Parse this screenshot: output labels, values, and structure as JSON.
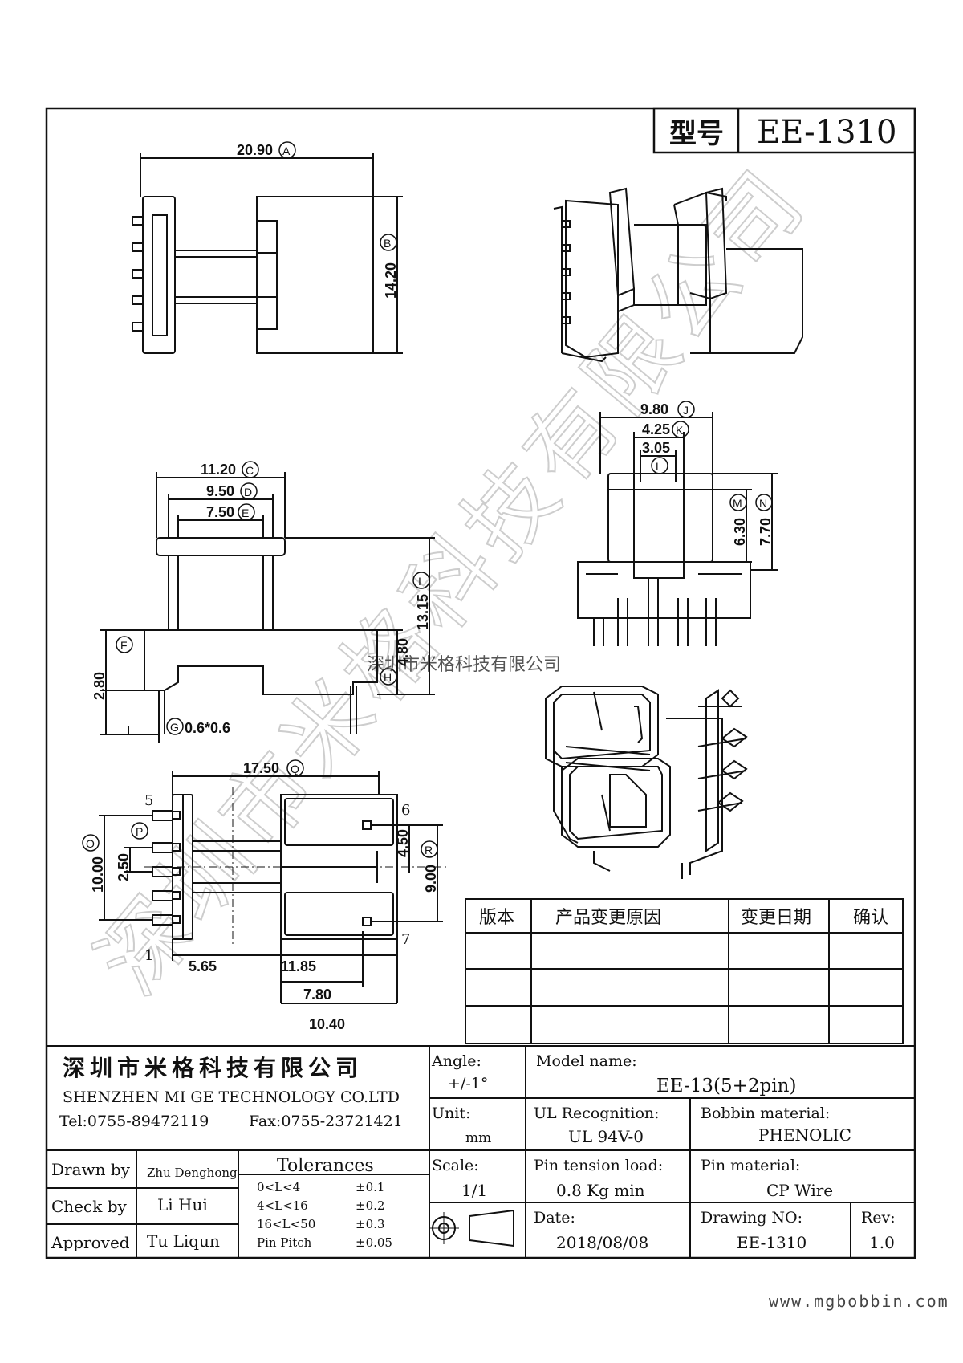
{
  "title_block": {
    "model_label": "型号",
    "model_value": "EE-1310"
  },
  "dimensions": {
    "a": "20.90",
    "a_tag": "A",
    "b": "14.20",
    "b_tag": "B",
    "c": "11.20",
    "c_tag": "C",
    "d": "9.50",
    "d_tag": "D",
    "e": "7.50",
    "e_tag": "E",
    "f_tag": "F",
    "f_val": "2.80",
    "g": "0.6*0.6",
    "g_tag": "G",
    "h": "4.80",
    "h_tag": "H",
    "i": "13.15",
    "i_tag": "I",
    "j": "9.80",
    "j_tag": "J",
    "k": "4.25",
    "k_tag": "K",
    "l": "3.05",
    "l_tag": "L",
    "m": "6.30",
    "m_tag": "M",
    "n": "7.70",
    "n_tag": "N",
    "o": "10.00",
    "o_tag": "O",
    "p": "2.50",
    "p_tag": "P",
    "q": "17.50",
    "q_tag": "Q",
    "r": "9.00",
    "r_tag": "R",
    "s": "4.50",
    "t": "5.65",
    "u": "11.85",
    "v": "7.80",
    "w": "10.40"
  },
  "pins": {
    "p1": "1",
    "p5": "5",
    "p6": "6",
    "p7": "7"
  },
  "watermark": {
    "diagonal": "深圳市米格科技有限公司",
    "center": "深圳市米格科技有限公司"
  },
  "revision_table": {
    "headers": [
      "版本",
      "产品变更原因",
      "变更日期",
      "确认"
    ]
  },
  "company": {
    "name_cn": "深圳市米格科技有限公司",
    "name_en": "SHENZHEN  MI GE TECHNOLOGY  CO.LTD",
    "tel": "Tel:0755-89472119",
    "fax": "Fax:0755-23721421"
  },
  "signoff": {
    "drawn_label": "Drawn by",
    "drawn_value": "Zhu Denghong",
    "check_label": "Check by",
    "check_value": "Li Hui",
    "approved_label": "Approved",
    "approved_value": "Tu Liqun"
  },
  "tolerances": {
    "title": "Tolerances",
    "rows": [
      {
        "range": "0<L<4",
        "value": "±0.1"
      },
      {
        "range": "4<L<16",
        "value": "±0.2"
      },
      {
        "range": "16<L<50",
        "value": "±0.3"
      },
      {
        "range": "Pin Pitch",
        "value": "±0.05"
      }
    ]
  },
  "specs": {
    "angle_label": "Angle:",
    "angle_value": "+/-1°",
    "model_label": "Model name:",
    "model_value": "EE-13(5+2pin)",
    "unit_label": "Unit:",
    "unit_value": "mm",
    "ul_label": "UL Recognition:",
    "ul_value": "UL 94V-0",
    "bobbin_label": "Bobbin material:",
    "bobbin_value": "PHENOLIC",
    "scale_label": "Scale:",
    "scale_value": "1/1",
    "tension_label": "Pin tension load:",
    "tension_value": "0.8 Kg min",
    "pinmat_label": "Pin material:",
    "pinmat_value": "CP Wire",
    "date_label": "Date:",
    "date_value": "2018/08/08",
    "drawno_label": "Drawing NO:",
    "drawno_value": "EE-1310",
    "rev_label": "Rev:",
    "rev_value": "1.0"
  },
  "website": "www.mgbobbin.com"
}
